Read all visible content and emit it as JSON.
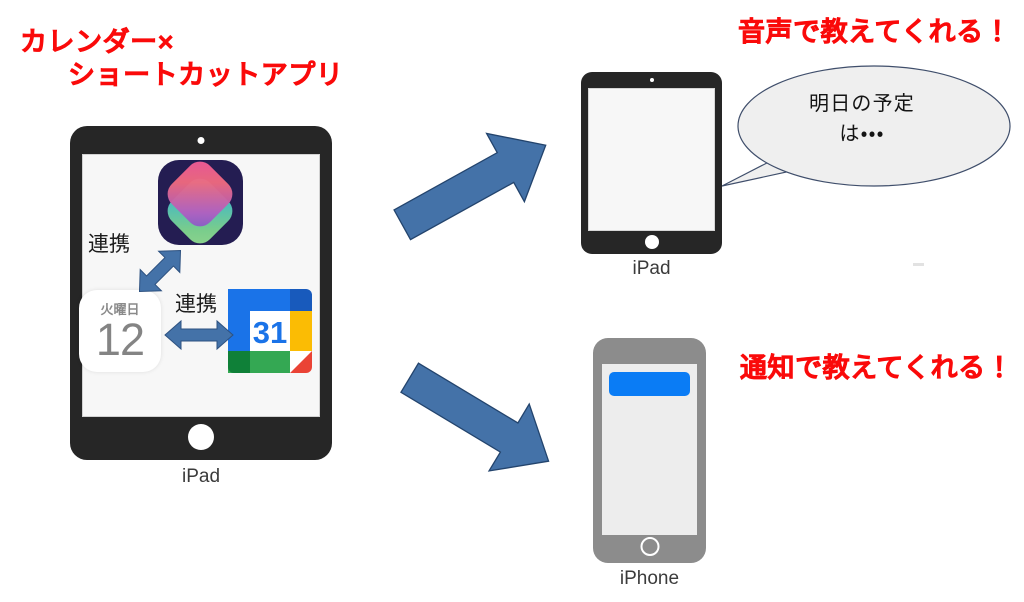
{
  "title": {
    "line1": "カレンダー×",
    "line2": "ショートカットアプリ"
  },
  "captions": {
    "voice": "音声で教えてくれる！",
    "notify": "通知で教えてくれる！"
  },
  "devices": {
    "ipad_left_label": "iPad",
    "ipad_right_label": "iPad",
    "iphone_label": "iPhone"
  },
  "ipad_left_screen": {
    "shortcuts_icon_name": "shortcuts-app-icon",
    "apple_calendar_widget": {
      "weekday": "火曜日",
      "day": "12"
    },
    "google_calendar_icon": {
      "day": "31"
    },
    "link_labels": {
      "shortcuts_to_apple_calendar": "連携",
      "apple_to_google_calendar": "連携"
    }
  },
  "speech_bubble": {
    "line1": "明日の予定",
    "line2": "は・・・"
  },
  "colors": {
    "red_accent": "#fa0a0a",
    "arrow_blue": "#4472a8",
    "arrow_blue_dark": "#2e5party",
    "notification_blue": "#0a7cf5",
    "device_black": "#262626",
    "device_gray": "#8c8c8c",
    "bubble_fill": "#efefef",
    "bubble_stroke": "#3f4e6b",
    "shortcuts_bg": "#241d52",
    "gcal_blue": "#1a73e8",
    "gcal_yellow": "#fbbc04",
    "gcal_green": "#34a853",
    "gcal_red": "#ea4335"
  }
}
